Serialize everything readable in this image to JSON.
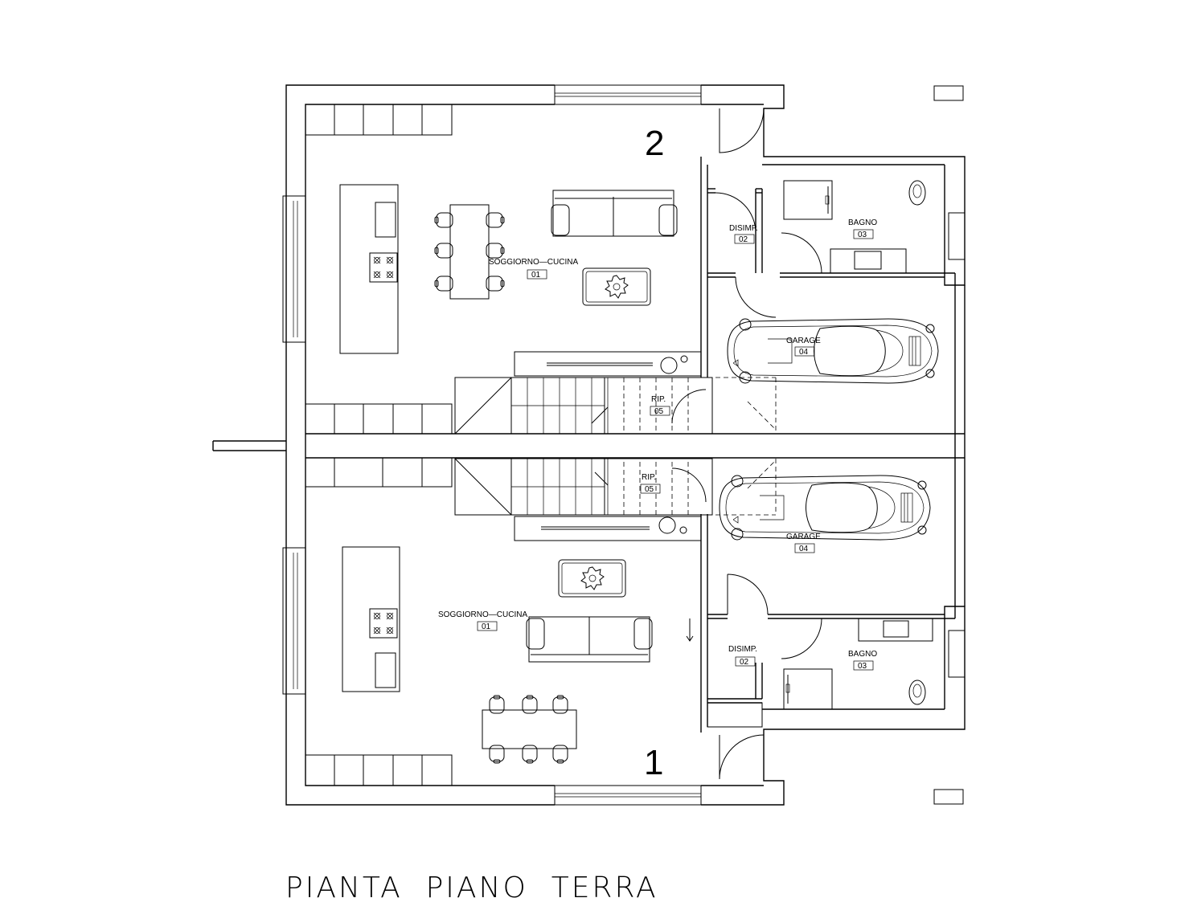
{
  "title": "PIANTA  PIANO  TERRA",
  "units": {
    "unit_2": {
      "number": "2",
      "rooms": [
        {
          "name": "SOGGIORNO—CUCINA",
          "code": "01"
        },
        {
          "name": "DISIMP.",
          "code": "02"
        },
        {
          "name": "BAGNO",
          "code": "03"
        },
        {
          "name": "GARAGE",
          "code": "04"
        },
        {
          "name": "RIP.",
          "code": "05"
        }
      ]
    },
    "unit_1": {
      "number": "1",
      "rooms": [
        {
          "name": "SOGGIORNO—CUCINA",
          "code": "01"
        },
        {
          "name": "DISIMP.",
          "code": "02"
        },
        {
          "name": "BAGNO",
          "code": "03"
        },
        {
          "name": "GARAGE",
          "code": "04"
        },
        {
          "name": "RIP.",
          "code": "05"
        }
      ]
    }
  }
}
